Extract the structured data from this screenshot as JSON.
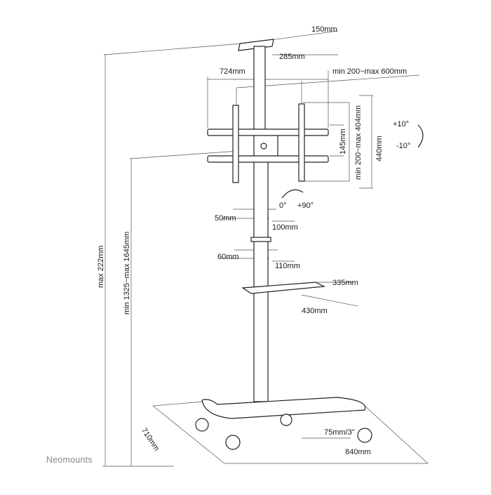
{
  "brand": "Neomounts",
  "dimensions": {
    "top_plate_depth": "150mm",
    "top_plate_width": "285mm",
    "mount_width": "724mm",
    "vesa_horizontal": "min 200~max 600mm",
    "vesa_vertical": "min 200~max 404mm",
    "bracket_gap": "145mm",
    "mount_height": "440mm",
    "tilt_up": "+10°",
    "tilt_down": "-10°",
    "rotate_min": "0°",
    "rotate_max": "+90°",
    "clamp1_depth": "50mm",
    "clamp1_width": "100mm",
    "clamp2_depth": "60mm",
    "clamp2_width": "110mm",
    "shelf_depth": "335mm",
    "shelf_width": "430mm",
    "max_height": "max 222mm",
    "height_range": "min 1325~max 1645mm",
    "base_depth": "710mm",
    "base_width": "840mm",
    "wheel_size": "75mm/3\""
  }
}
